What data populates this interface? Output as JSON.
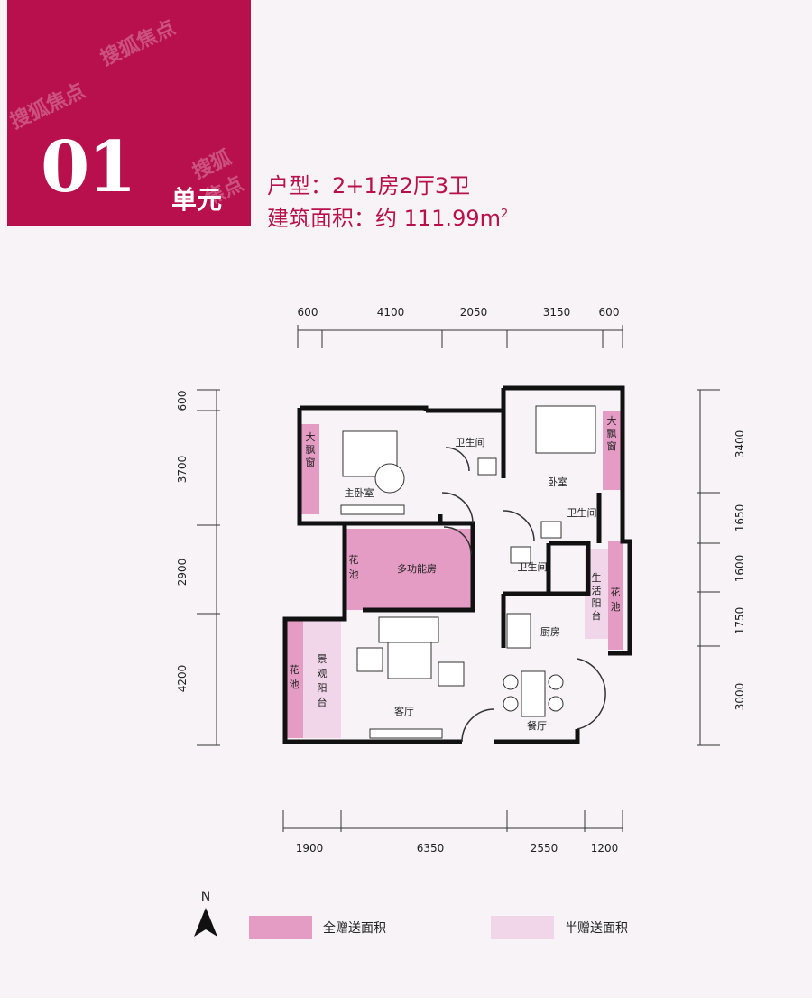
{
  "header": {
    "unit_number": "01",
    "unit_suffix": "单元",
    "layout_line": "户型：2+1房2厅3卫",
    "area_line": "建筑面积：约 111.99m",
    "area_sup": "2"
  },
  "watermark": "搜狐焦点",
  "dimensions": {
    "top": [
      "600",
      "4100",
      "2050",
      "3150",
      "600"
    ],
    "bottom": [
      "1900",
      "6350",
      "2550",
      "1200"
    ],
    "left": [
      "600",
      "3700",
      "2900",
      "4200"
    ],
    "right": [
      "3400",
      "1650",
      "1600",
      "1750",
      "3000"
    ]
  },
  "rooms": {
    "master_bedroom": "主卧室",
    "bathroom_1": "卫生间",
    "bedroom": "卧室",
    "bathroom_2": "卫生间",
    "bathroom_3": "卫生间",
    "multi_room": "多功能房",
    "kitchen": "厨房",
    "living_room": "客厅",
    "dining_room": "餐厅",
    "bay_window_left": [
      "大",
      "飘",
      "窗"
    ],
    "bay_window_right": [
      "大",
      "飘",
      "窗"
    ],
    "planter_1": [
      "花",
      "池"
    ],
    "planter_2": [
      "花",
      "池"
    ],
    "planter_3": [
      "花",
      "池"
    ],
    "landscape_balcony": [
      "景",
      "观",
      "阳",
      "台"
    ],
    "service_balcony": [
      "生",
      "活",
      "阳",
      "台"
    ]
  },
  "compass": "N",
  "legend": {
    "full_gift": {
      "label": "全赠送面积",
      "color": "#e59cc4"
    },
    "half_gift": {
      "label": "半赠送面积",
      "color": "#f1d6ea"
    }
  },
  "colors": {
    "brand": "#b8104d"
  }
}
